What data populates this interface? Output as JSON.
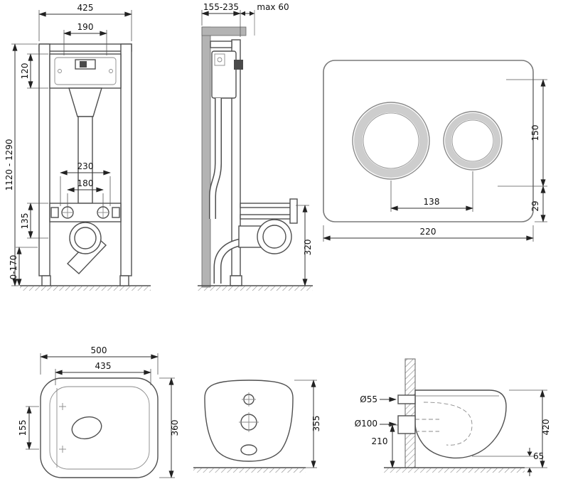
{
  "dims": {
    "frame_front": {
      "top_width": "425",
      "service_width": "190",
      "cistern_height": "120",
      "frame_height_range": "1120 - 1290",
      "fixing_span_outer": "230",
      "fixing_span_inner": "180",
      "outlet_offset": "135",
      "leg_adjust_range": "0-170"
    },
    "frame_side": {
      "depth_range": "155-235",
      "max_wall_offset": "max 60",
      "outlet_height": "320"
    },
    "flush_plate": {
      "plate_height": "150",
      "bottom_offset": "29",
      "button_spacing": "138",
      "plate_width": "220"
    },
    "bowl_top": {
      "overall_depth": "500",
      "inner_depth": "435",
      "seat_offset": "155",
      "overall_width": "360"
    },
    "bowl_back": {
      "bowl_height": "355"
    },
    "bowl_side": {
      "inlet_diameter": "Ø55",
      "outlet_diameter": "Ø100",
      "outlet_center_height": "210",
      "rim_height": "420",
      "bottom_clearance": "65"
    }
  }
}
